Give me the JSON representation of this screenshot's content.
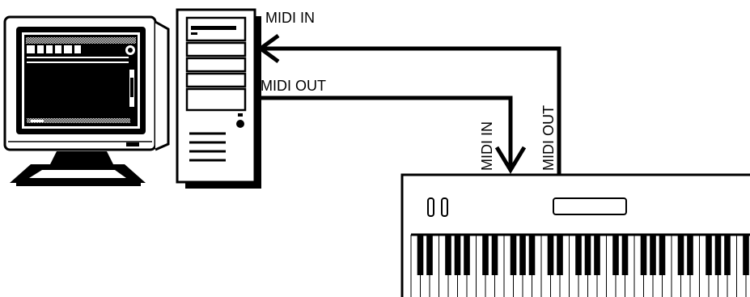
{
  "labels": {
    "computer_midi_in": "MIDI IN",
    "computer_midi_out": "MIDI OUT",
    "keyboard_midi_in": "MIDI IN",
    "keyboard_midi_out": "MIDI OUT"
  },
  "icons": {
    "monitor": "crt-monitor-icon",
    "tower": "desktop-tower-icon",
    "keyboard": "midi-keyboard-icon"
  },
  "colors": {
    "line": "#000000",
    "background": "#ffffff"
  }
}
